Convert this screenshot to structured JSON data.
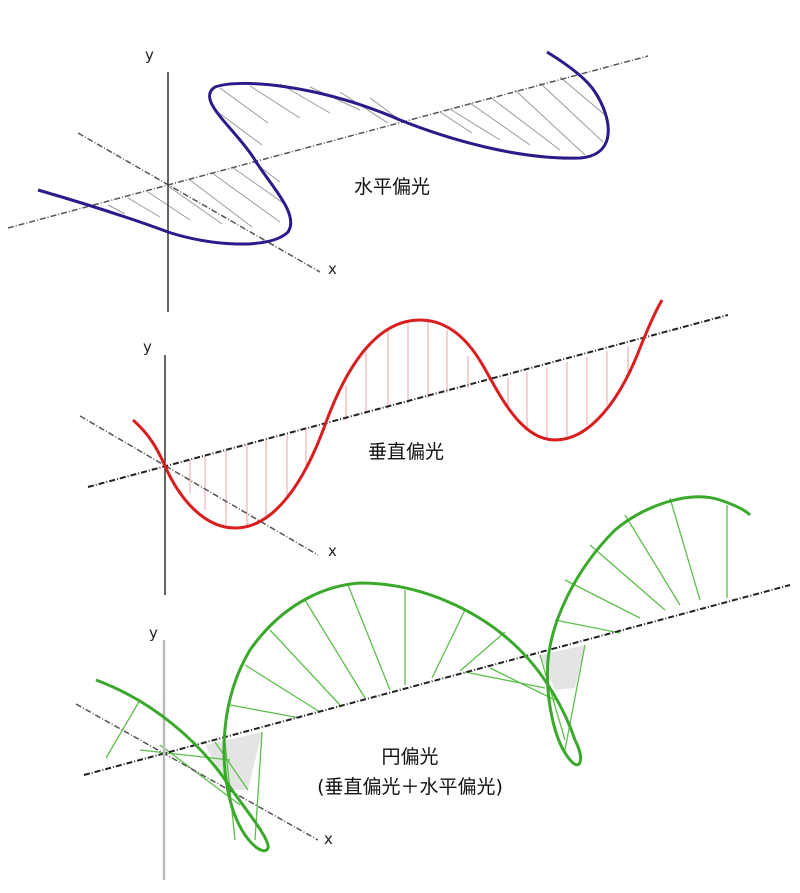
{
  "panels": [
    {
      "id": "horizontal",
      "label": "水平偏光",
      "color": "#2a1a8a",
      "hatch_color": "#9a9a9a",
      "axis_y_label": "y",
      "axis_x_label": "x"
    },
    {
      "id": "vertical",
      "label": "垂直偏光",
      "color": "#d81e1e",
      "hatch_color": "#f0a0aa",
      "axis_y_label": "y",
      "axis_x_label": "x"
    },
    {
      "id": "circular",
      "label": "円偏光",
      "sublabel": "(垂直偏光＋水平偏光)",
      "color": "#3aa82a",
      "hatch_color": "#5cbf4a",
      "fill_color": "#e4e4e4",
      "axis_y_label": "y",
      "axis_x_label": "x"
    }
  ]
}
